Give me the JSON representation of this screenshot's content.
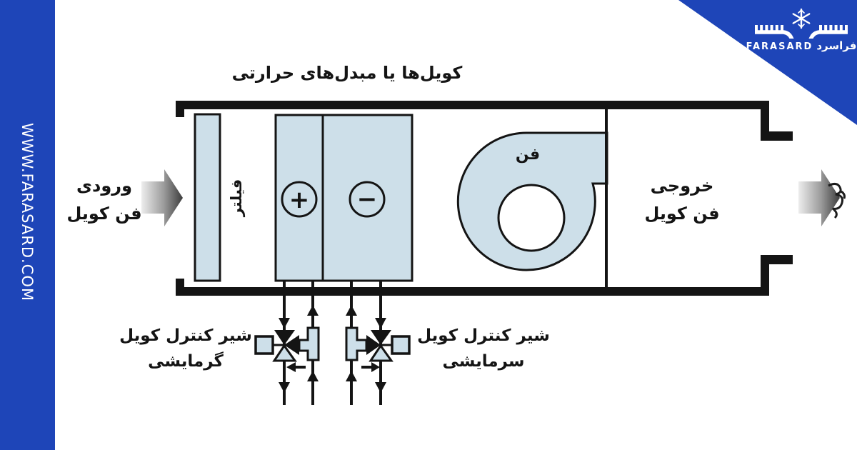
{
  "brand": {
    "website": "WWW.FARASARD.COM",
    "logo_en": "FARASARD",
    "logo_fa": "فراسرد"
  },
  "colors": {
    "brand_blue": "#1e45b8",
    "component_fill": "#cddfe9",
    "line": "#141414"
  },
  "diagram": {
    "title": "کویل‌ها یا مبدل‌های حرارتی",
    "inlet_line1": "ورودی",
    "inlet_line2": "فن کویل",
    "filter": "فیلتر",
    "fan": "فن",
    "heating_symbol": "+",
    "cooling_symbol": "−",
    "outlet_line1": "خروجی",
    "outlet_line2": "فن کویل",
    "heating_valve_line1": "شیر کنترل کویل",
    "heating_valve_line2": "گرمایشی",
    "cooling_valve_line1": "شیر کنترل کویل",
    "cooling_valve_line2": "سرمایشی"
  }
}
